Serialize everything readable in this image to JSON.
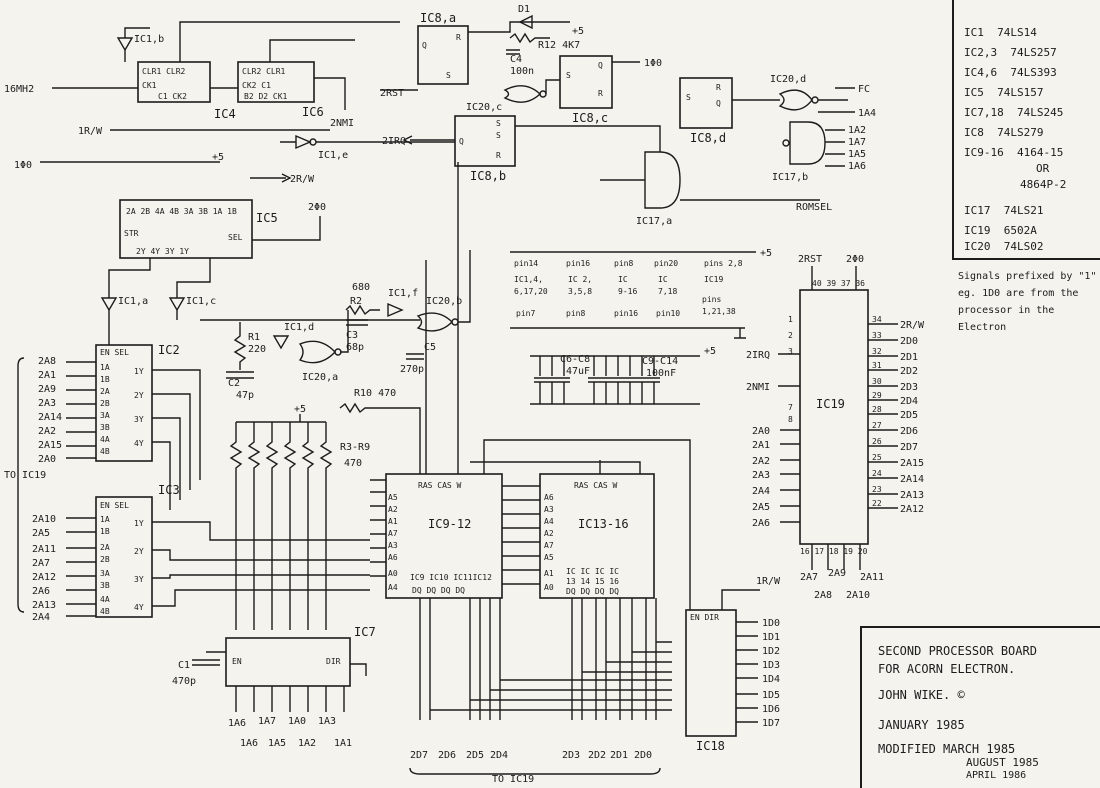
{
  "chips": {
    "ic1b": "IC1,b",
    "ic4": "IC4",
    "ic6": "IC6",
    "ic8a": "IC8,a",
    "ic8b": "IC8,b",
    "ic8c": "IC8,c",
    "ic8d": "IC8,d",
    "ic20c": "IC20,c",
    "ic20d": "IC20,d",
    "ic17a": "IC17,a",
    "ic17b": "IC17,b",
    "ic1e": "IC1,e",
    "ic5": "IC5",
    "ic1a": "IC1,a",
    "ic1c": "IC1,c",
    "ic1d": "IC1,d",
    "ic1f": "IC1,f",
    "ic20a": "IC20,a",
    "ic20b": "IC20,b",
    "ic2": "IC2",
    "ic3": "IC3",
    "ic7": "IC7",
    "ic912": "IC9-12",
    "ic1316": "IC13-16",
    "ic18": "IC18",
    "ic19": "IC19"
  },
  "components": {
    "d1": "D1",
    "r12": "R12 4K7",
    "c4": "C4",
    "c4val": "100n",
    "r1": "R1",
    "r1val": "220",
    "c2": "C2",
    "c2val": "47p",
    "r2": "R2",
    "r2val": "680",
    "c3": "C3",
    "c3val": "68p",
    "c5": "C5",
    "c5val": "270p",
    "c6c8": "C6-C8",
    "c6val": "47uF",
    "c9c14": "C9-C14",
    "c9val": "100nF",
    "r10": "R10 470",
    "r3r9": "R3-R9",
    "r3val": "470",
    "c1": "C1",
    "c1val": "470p"
  },
  "signals": {
    "clk16": "16MH2",
    "rw": "1R/W",
    "phi0": "1Φ0",
    "plus5": "+5",
    "r2w": "2R/W",
    "phi2": "2Φ0",
    "rst2": "2RST",
    "nmi2": "2NMI",
    "irq2": "2IRQ",
    "phi0out": "1Φ0",
    "fc": "FC",
    "a4": "1A4",
    "romsel": "ROMSEL",
    "to_ic19": "TO IC19",
    "to_ic19b": "TO IC19"
  },
  "power_pins": {
    "col1": "pin14",
    "col2": "pin16",
    "col3": "pin8",
    "col4": "pin20",
    "col5": "pins 2,8",
    "ic_1": "IC1,4,",
    "ic_1b": "6,17,20",
    "ic_2": "IC 2,",
    "ic_2b": "3,5,8",
    "ic_3": "IC",
    "ic_3b": "9-16",
    "ic_4": "IC",
    "ic_4b": "7,18",
    "ic_5": "IC19",
    "g1": "pin7",
    "g2": "pin8",
    "g3": "pin16",
    "g4": "pin10",
    "g5": "pins",
    "g5b": "1,21,38"
  },
  "ic17b_inputs": [
    "1A2",
    "1A7",
    "1A5",
    "1A6"
  ],
  "ic2_inputs": [
    "2A8",
    "2A1",
    "2A9",
    "2A3",
    "2A14",
    "2A2",
    "2A15",
    "2A0"
  ],
  "ic3_inputs": [
    "2A10",
    "2A5",
    "2A11",
    "2A7",
    "2A12",
    "2A6",
    "2A13",
    "2A4"
  ],
  "ic7_bottom": [
    "1A6",
    "1A7",
    "1A5",
    "1A0",
    "1A2",
    "1A3",
    "1A1"
  ],
  "data_bus_left": [
    "2D7",
    "2D6",
    "2D5",
    "2D4"
  ],
  "data_bus_right": [
    "2D3",
    "2D2",
    "2D1",
    "2D0"
  ],
  "ic18_outputs": [
    "1D0",
    "1D1",
    "1D2",
    "1D3",
    "1D4",
    "1D5",
    "1D6",
    "1D7"
  ],
  "ic19_left": [
    "2IRQ",
    "2NMI",
    "2A0",
    "2A1",
    "2A2",
    "2A3",
    "2A4",
    "2A5",
    "2A6"
  ],
  "ic19_right": [
    "2R/W",
    "2D0",
    "2D1",
    "2D2",
    "2D3",
    "2D4",
    "2D5",
    "2D6",
    "2D7",
    "2A15",
    "2A14",
    "2A13",
    "2A12"
  ],
  "ic19_bottom": [
    "2A7",
    "2A9",
    "2A11",
    "2A8",
    "2A10"
  ],
  "ic19_top": [
    "2RST",
    "2Φ0"
  ],
  "ram_left": [
    "A5",
    "A2",
    "A1",
    "A7",
    "A3",
    "A6",
    "A0",
    "A4"
  ],
  "ram_right_in": [
    "A6",
    "A3",
    "A4",
    "A2",
    "A7",
    "A5",
    "A1",
    "A0"
  ],
  "parts": [
    {
      "ic": "IC1",
      "type": "74LS14"
    },
    {
      "ic": "IC2,3",
      "type": "74LS257"
    },
    {
      "ic": "IC4,6",
      "type": "74LS393"
    },
    {
      "ic": "IC5",
      "type": "74LS157"
    },
    {
      "ic": "IC7,18",
      "type": "74LS245"
    },
    {
      "ic": "IC8",
      "type": "74LS279"
    },
    {
      "ic": "IC9-16",
      "type": "4164-15"
    },
    {
      "ic": "",
      "type": "OR"
    },
    {
      "ic": "",
      "type": "4864P-2"
    },
    {
      "ic": "IC17",
      "type": "74LS21"
    },
    {
      "ic": "IC19",
      "type": "6502A"
    },
    {
      "ic": "IC20",
      "type": "74LS02"
    }
  ],
  "note": "Signals prefixed by \"1\" eg. 1D0 are from the processor in the Electron",
  "title_block": {
    "line1": "SECOND PROCESSOR BOARD",
    "line2": "FOR ACORN ELECTRON.",
    "author": "JOHN WIKE. ©",
    "date": "JANUARY 1985",
    "modified": "MODIFIED  MARCH 1985",
    "mod2": "AUGUST 1985",
    "mod3": "APRIL 1986"
  }
}
